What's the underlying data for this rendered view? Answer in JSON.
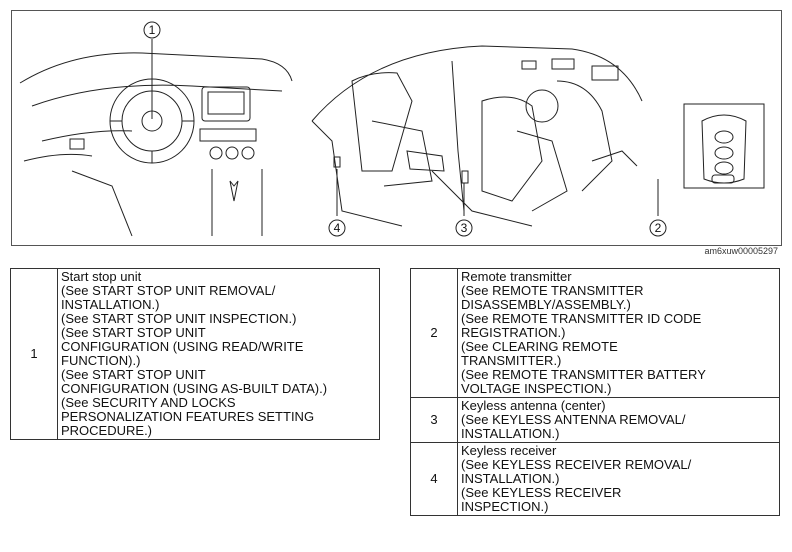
{
  "figure": {
    "callouts": [
      "1",
      "2",
      "3",
      "4"
    ],
    "figure_id": "am6xuw00005297"
  },
  "left_table": {
    "rows": [
      {
        "num": "1",
        "lines": [
          "Start stop unit",
          "(See START STOP UNIT REMOVAL/",
          "INSTALLATION.)",
          "(See START STOP UNIT INSPECTION.)",
          "(See START STOP UNIT",
          "CONFIGURATION (USING READ/WRITE",
          "FUNCTION).)",
          "(See START STOP UNIT",
          "CONFIGURATION (USING AS-BUILT DATA).)",
          "(See SECURITY AND LOCKS",
          "PERSONALIZATION FEATURES SETTING",
          "PROCEDURE.)"
        ]
      }
    ]
  },
  "right_table": {
    "rows": [
      {
        "num": "2",
        "lines": [
          "Remote transmitter",
          "(See REMOTE TRANSMITTER",
          "DISASSEMBLY/ASSEMBLY.)",
          "(See REMOTE TRANSMITTER ID CODE",
          "REGISTRATION.)",
          "(See CLEARING REMOTE",
          "TRANSMITTER.)",
          "(See REMOTE TRANSMITTER BATTERY",
          "VOLTAGE INSPECTION.)"
        ]
      },
      {
        "num": "3",
        "lines": [
          "Keyless antenna (center)",
          "(See KEYLESS ANTENNA REMOVAL/",
          "INSTALLATION.)"
        ]
      },
      {
        "num": "4",
        "lines": [
          "Keyless receiver",
          "(See KEYLESS RECEIVER REMOVAL/",
          "INSTALLATION.)",
          "(See KEYLESS RECEIVER",
          "INSPECTION.)"
        ]
      }
    ]
  }
}
